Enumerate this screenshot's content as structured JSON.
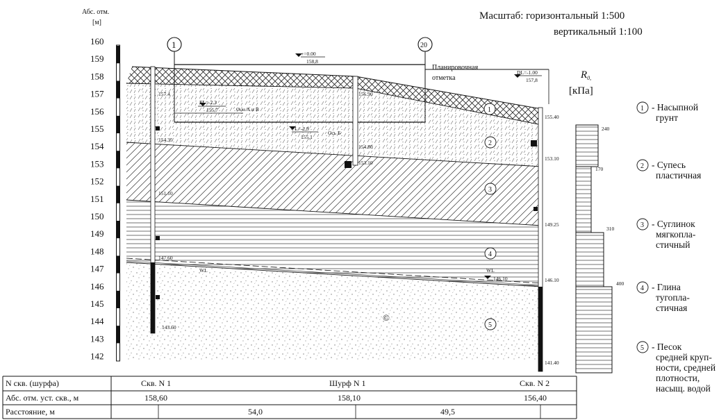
{
  "axis": {
    "title_line1": "Абс. отм.",
    "title_line2": "[м]",
    "ticks": [
      160,
      159,
      158,
      157,
      156,
      155,
      154,
      153,
      152,
      151,
      150,
      149,
      148,
      147,
      146,
      145,
      144,
      143,
      142
    ]
  },
  "scale": {
    "line1": "Масштаб: горизонтальный 1:500",
    "line2": "вертикальный 1:100"
  },
  "r0": {
    "label": "R",
    "sub": "0,",
    "unit": "[кПа]"
  },
  "r0_values": [
    "240",
    "170",
    "310",
    "400"
  ],
  "axes_markers": [
    "1",
    "20"
  ],
  "planning": {
    "label1": "Планировочная",
    "label2": "отметка",
    "zero_top": "+=0.00",
    "zero_bottom": "158,8",
    "dl_top": "DL=-1.00",
    "dl_bottom": "157,8"
  },
  "foundations": {
    "fl1_top": "FL=-2,3",
    "fl1_bottom": "155,7",
    "fl1_note": "Оси А и В",
    "fl2_top": "FL=-2,9",
    "fl2_bottom": "155,1",
    "fl2_note": "Ось Б"
  },
  "boreholes": {
    "bh1": [
      "157.4",
      "154.35",
      "151.10",
      "147.60",
      "143.60"
    ],
    "pit": [
      "156.90",
      "154.80",
      "153.10"
    ],
    "bh2": [
      "155.40",
      "153.10",
      "149.25",
      "146.10",
      "141.40"
    ]
  },
  "water": {
    "wl1": "WL",
    "wl2": "WL",
    "wl2_value": "146.10"
  },
  "layer_marks": [
    "1",
    "2",
    "3",
    "4",
    "5"
  ],
  "legend": [
    {
      "num": "1",
      "lines": [
        "- Насыпной",
        "грунт"
      ]
    },
    {
      "num": "2",
      "lines": [
        "- Супесь",
        "пластичная"
      ]
    },
    {
      "num": "3",
      "lines": [
        "- Суглинок",
        "мягкопла-",
        "стичный"
      ]
    },
    {
      "num": "4",
      "lines": [
        "- Глина",
        "тугопла-",
        "стичная"
      ]
    },
    {
      "num": "5",
      "lines": [
        "- Песок",
        "средней круп-",
        "ности, средней",
        "плотности,",
        "насыщ. водой"
      ]
    }
  ],
  "table": {
    "row1": {
      "label": "N скв. (шурфа)",
      "c1": "Скв. N 1",
      "c2": "Шурф N 1",
      "c3": "Скв. N 2"
    },
    "row2": {
      "label": "Абс. отм. уст. скв., м",
      "c1": "158,60",
      "c2": "158,10",
      "c3": "156,40"
    },
    "row3": {
      "label": "Расстояние, м",
      "c1": "54,0",
      "c2": "49,5"
    }
  },
  "colors": {
    "ink": "#111111",
    "hatch": "#222222",
    "paper": "#ffffff"
  }
}
